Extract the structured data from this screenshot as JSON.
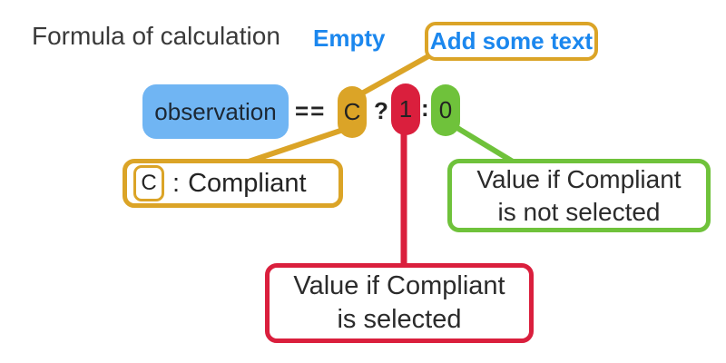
{
  "colors": {
    "gold": "#DBA427",
    "red": "#DA1F3D",
    "green": "#6FC23B",
    "blue_fill": "#70B5F3",
    "blue_text": "#1B87EE",
    "title_text": "#3A3A3A",
    "dark_text": "#232323"
  },
  "header": {
    "title": "Formula of calculation",
    "status_label": "Empty",
    "hint_label": "Add some text"
  },
  "formula": {
    "variable": "observation",
    "equality_operator": "==",
    "condition_code": "C",
    "ternary_question": "?",
    "value_if_true": "1",
    "ternary_colon": ":",
    "value_if_false": "0"
  },
  "legend": {
    "condition": {
      "badge": "C",
      "separator": ":",
      "label": "Compliant"
    },
    "selected_note": {
      "line1": "Value if Compliant",
      "line2": "is selected"
    },
    "not_selected_note": {
      "line1": "Value if Compliant",
      "line2": "is not selected"
    }
  }
}
